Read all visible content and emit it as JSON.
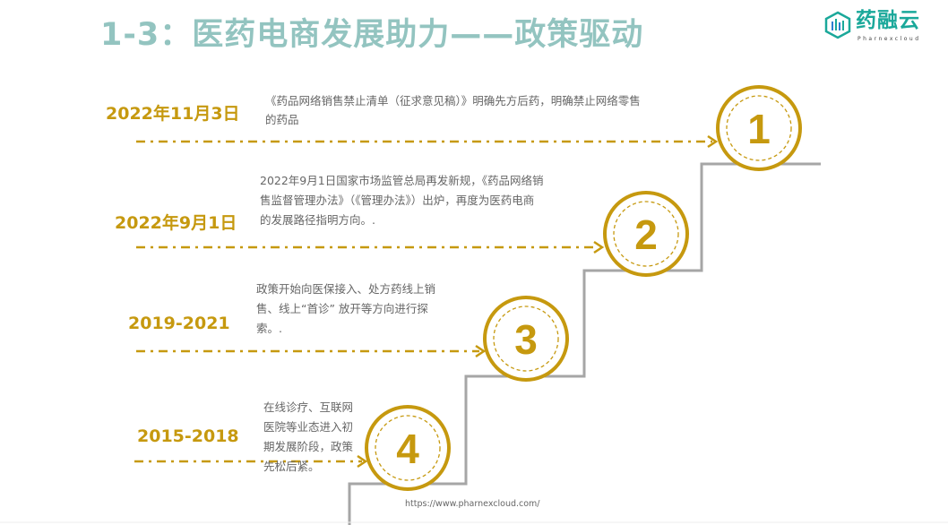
{
  "header": {
    "title": "1-3：医药电商发展助力——政策驱动",
    "logo_text": "药融云",
    "logo_subtext": "Pharnexcloud"
  },
  "colors": {
    "accent": "#c6990f",
    "title": "#93c4c0",
    "stairs": "#a6a6a6",
    "brand": "#1aa89a"
  },
  "steps": [
    {
      "number": "1",
      "date": "2022年11月3日",
      "text": "《药品网络销售禁止清单（征求意见稿）》明确先方后药，明确禁止网络零售的药品"
    },
    {
      "number": "2",
      "date": "2022年9月1日",
      "text": "2022年9月1日国家市场监管总局再发新规，《药品网络销售监督管理办法》（《管理办法》）出炉，再度为医药电商的发展路径指明方向。."
    },
    {
      "number": "3",
      "date": "2019-2021",
      "text": "政策开始向医保接入、处方药线上销售、线上“首诊” 放开等方向进行探索。."
    },
    {
      "number": "4",
      "date": "2015-2018",
      "text": "在线诊疗、互联网医院等业态进入初期发展阶段，政策先松后紧。"
    }
  ],
  "footer": {
    "url": "https://www.pharnexcloud.com/"
  }
}
